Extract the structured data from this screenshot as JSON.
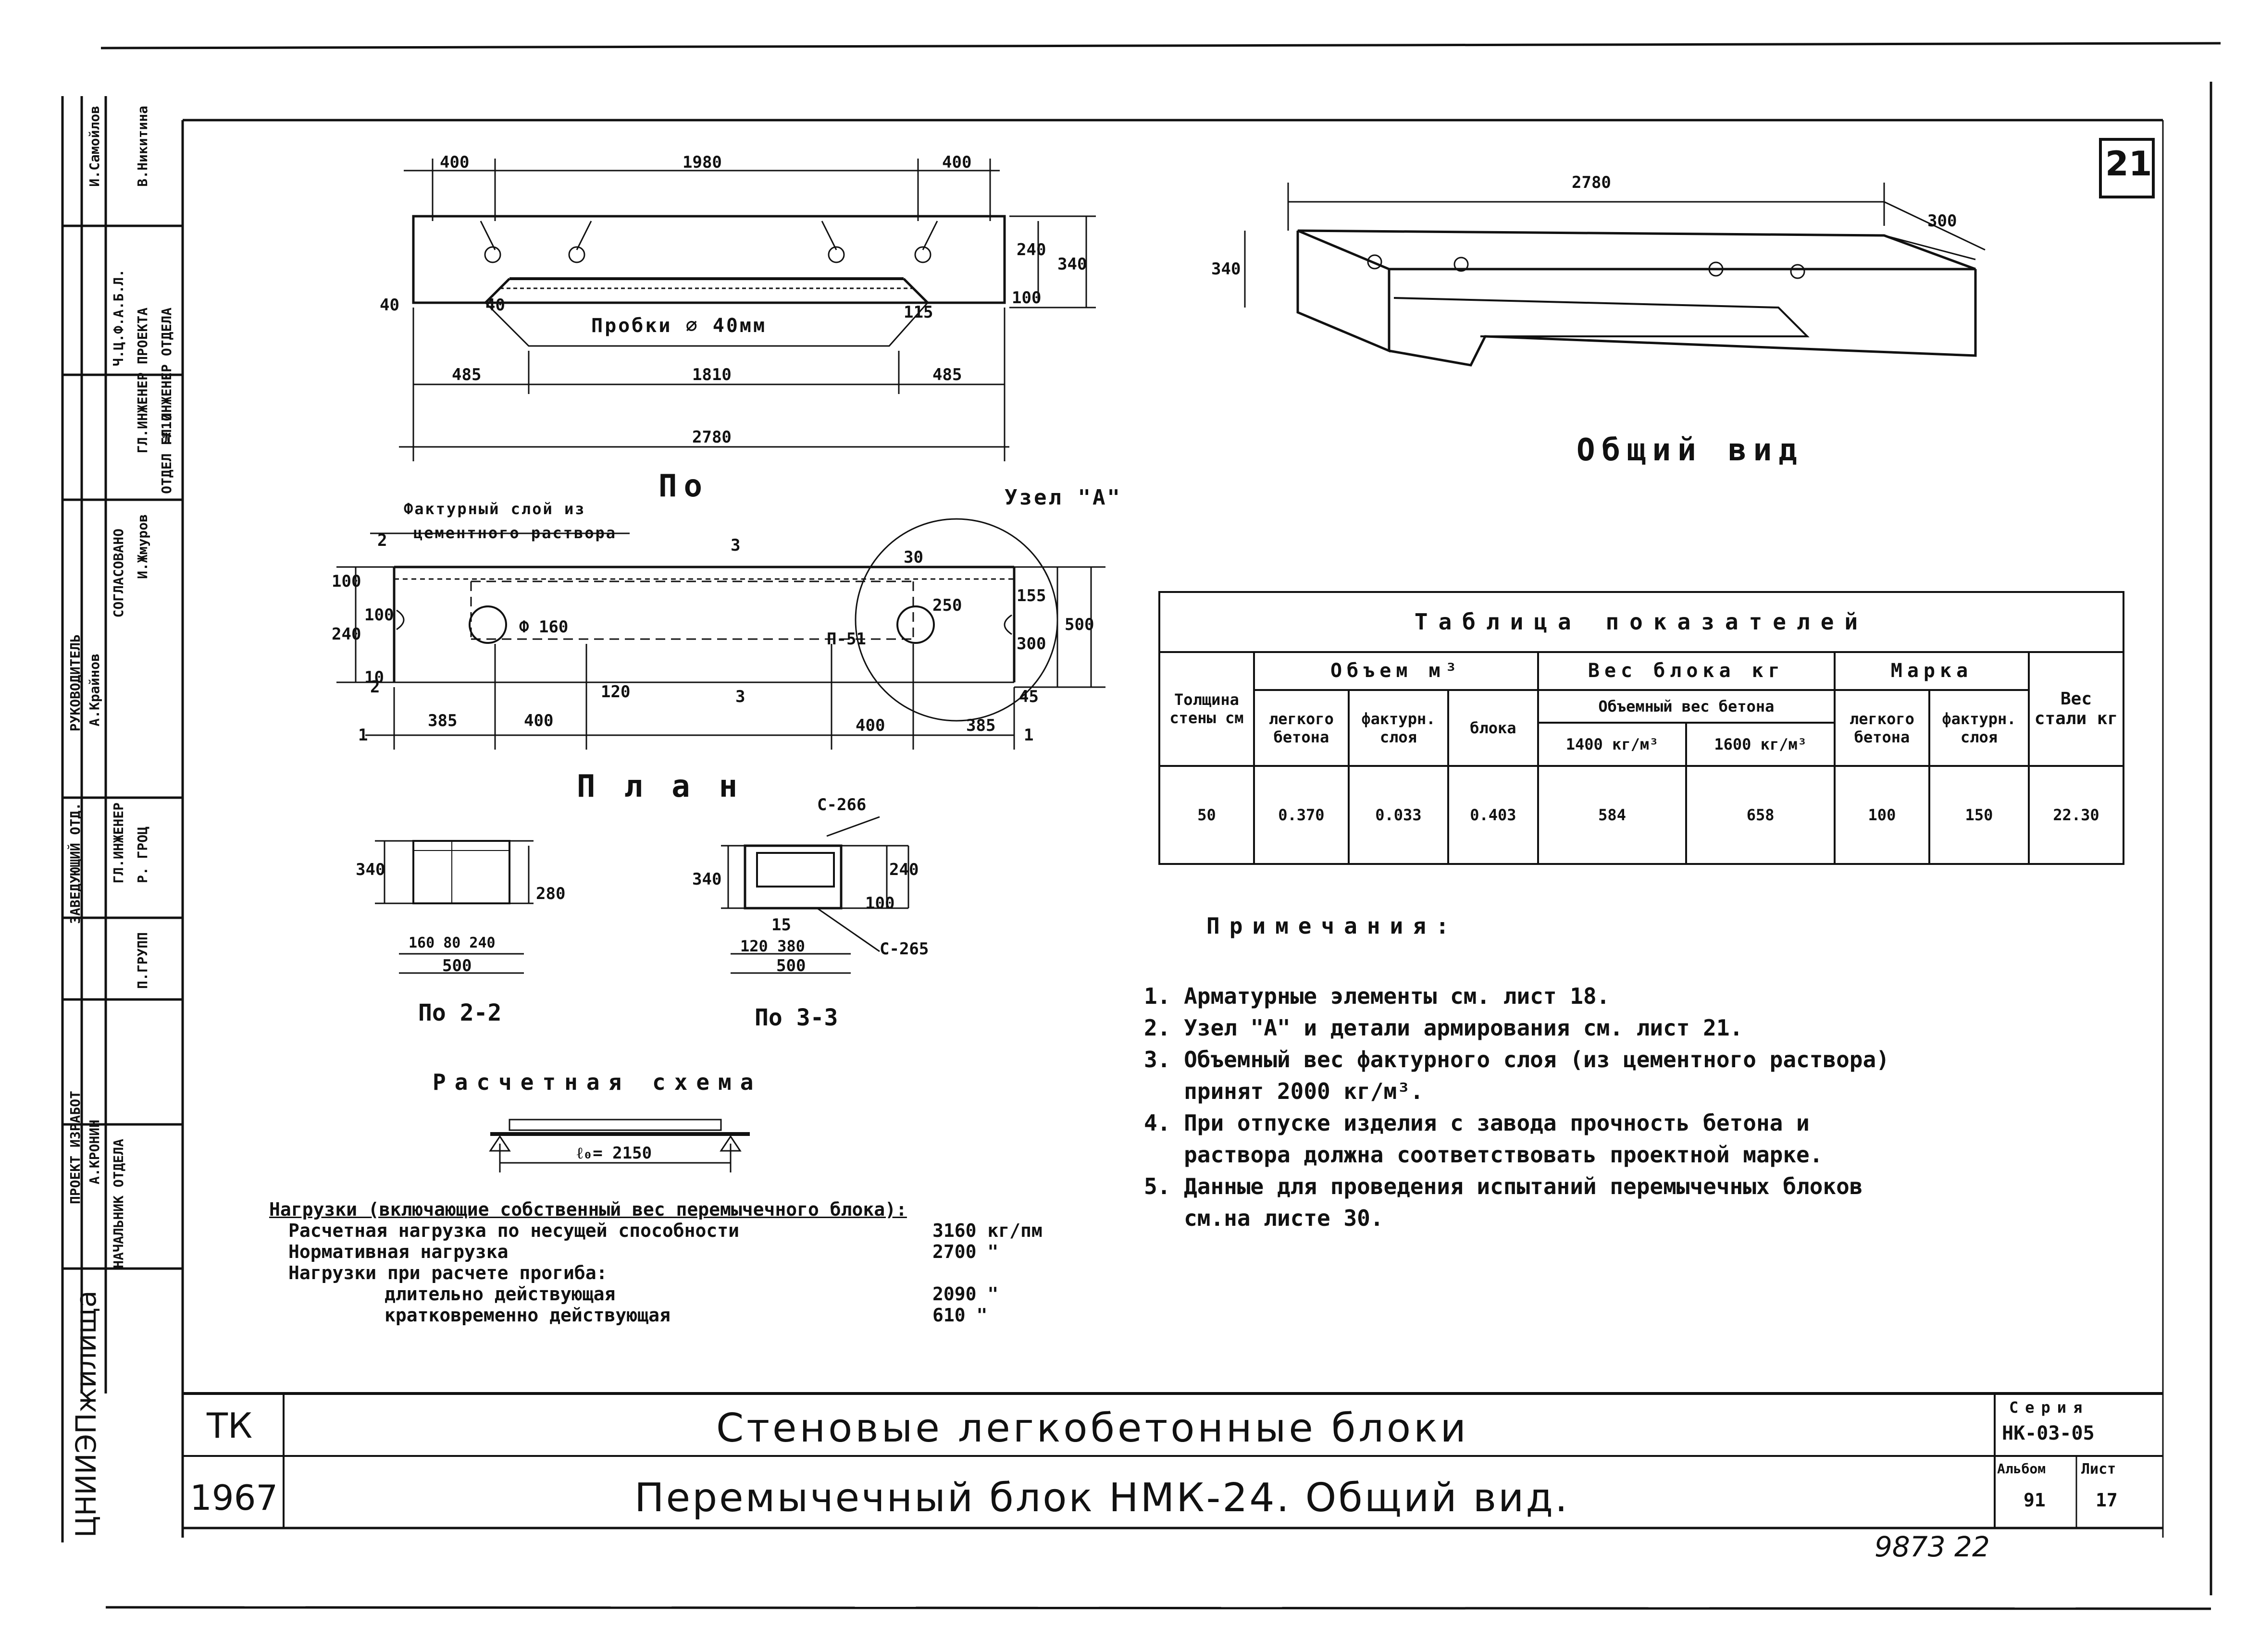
{
  "sheet_badge": "21",
  "title_block": {
    "org": "ТК",
    "year": "1967",
    "title_main": "Стеновые легкобетонные блоки",
    "title_sub": "Перемычечный блок НМК-24. Общий вид.",
    "series_label": "Серия",
    "series_value": "НК-03-05",
    "album_label": "Альбом",
    "album_value": "91",
    "sheet_label": "Лист",
    "sheet_value": "17",
    "archive_no": "9873 22",
    "institute": "ЦНИИЭПжилища"
  },
  "side_stamp": [
    "ПРОЕКТ ИЗРАБОТ",
    "А.КРОНИН",
    "НАЧАЛЬНИК ОТДЕЛА",
    "Р. ГРОЦ",
    "ЗАВЕДУЮЩИЙ ОТД.",
    "ГЛ.ИНЖЕНЕР",
    "П.ГРУПП",
    "РУКОВОДИТЕЛЬ",
    "А.Крайнов",
    "СОГЛАСОВАНО",
    "И.Жмуров",
    "ОТДЕЛ №10",
    "ГЛ.ИНЖЕНЕР ОТДЕЛА",
    "ГЛ.ИНЖЕНЕР ПРОЕКТА",
    "И.Самойлов",
    "В.Никитина",
    "Ч.Ц.Ф.А.Б.Л."
  ],
  "elevation": {
    "caption": "По",
    "dims_top": [
      "400",
      "1980",
      "400"
    ],
    "dims_bottom": [
      "485",
      "1810",
      "485"
    ],
    "total": "2780",
    "right_dims": [
      "240",
      "340",
      "100"
    ],
    "left_dim": "40",
    "small": [
      "40",
      "115"
    ],
    "plugs": "Пробки ∅ 40мм"
  },
  "plan": {
    "caption": "План",
    "layer_label_1": "Фактурный слой из",
    "layer_label_2": "цементного раствора",
    "node_label": "Узел \"А\"",
    "phi": "Ф 160",
    "dims_bottom": [
      "385",
      "400",
      "400",
      "385"
    ],
    "left_dims": [
      "100",
      "240",
      "100",
      "10"
    ],
    "right_dims": [
      "155",
      "300",
      "500",
      "45"
    ],
    "inner": [
      "30",
      "250",
      "120",
      "П-51"
    ],
    "sections": [
      "1",
      "1",
      "2",
      "2",
      "3",
      "3"
    ]
  },
  "sections": {
    "s2": {
      "caption": "По 2-2",
      "height": "340",
      "right": "280",
      "bottom_parts": "160 80 240",
      "width": "500"
    },
    "s3": {
      "caption": "По 3-3",
      "height": "340",
      "right_a": "240",
      "right_b": "100",
      "bar_top": "С-266",
      "bar_bot": "С-265",
      "bottom_parts": "120 380",
      "small": "15",
      "width": "500"
    }
  },
  "calc_scheme": {
    "caption": "Расчетная схема",
    "span": "ℓ₀= 2150"
  },
  "loads": {
    "heading": "Нагрузки (включающие собственный вес перемычечного блока):",
    "rows": [
      {
        "label": "Расчетная нагрузка по несущей способности",
        "value": "3160 кг/пм"
      },
      {
        "label": "Нормативная нагрузка",
        "value": "2700 \""
      },
      {
        "label": "Нагрузки при расчете прогиба:",
        "value": ""
      },
      {
        "label": "длительно действующая",
        "value": "2090 \""
      },
      {
        "label": "кратковременно действующая",
        "value": "610 \""
      }
    ]
  },
  "general_view": {
    "caption": "Общий вид",
    "length": "2780",
    "width": "300",
    "height": "340"
  },
  "table": {
    "title": "Таблица показателей",
    "headers": {
      "thickness": "Толщина стены см",
      "volume": "Объем м³",
      "vol_light": "легкого бетона",
      "vol_facing": "фактурн. слоя",
      "vol_block": "блока",
      "weight": "Вес блока кг",
      "weight_sub": "Объемный вес бетона",
      "w1400": "1400 кг/м³",
      "w1600": "1600 кг/м³",
      "grade": "Марка",
      "grade_light": "легкого бетона",
      "grade_facing": "фактурн. слоя",
      "steel": "Вес стали кг"
    },
    "row": [
      "50",
      "0.370",
      "0.033",
      "0.403",
      "584",
      "658",
      "100",
      "150",
      "22.30"
    ]
  },
  "notes": {
    "heading": "Примечания:",
    "items": [
      "1. Арматурные элементы см. лист 18.",
      "2. Узел \"А\" и детали армирования см. лист 21.",
      "3. Объемный вес фактурного слоя (из цементного раствора)",
      "   принят 2000 кг/м³.",
      "4. При отпуске изделия с завода прочность бетона и",
      "   раствора должна соответствовать проектной марке.",
      "5. Данные для проведения испытаний перемычечных блоков",
      "   см.на листе 30."
    ]
  }
}
